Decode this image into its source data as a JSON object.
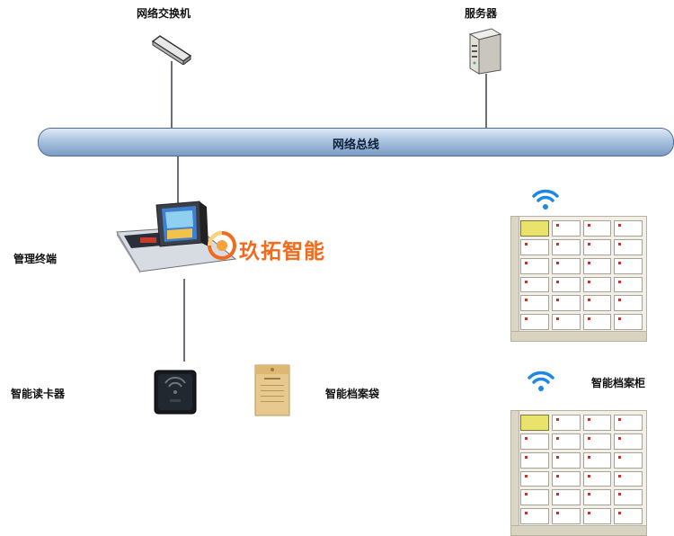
{
  "labels": {
    "switch": "网络交换机",
    "server": "服务器",
    "bus": "网络总线",
    "terminal": "管理终端",
    "reader": "智能读卡器",
    "bag": "智能档案袋",
    "cabinet": "智能档案柜"
  },
  "logo": {
    "text": "玖拓智能",
    "color": "#f26a1c"
  },
  "icons": [
    "network-switch-icon",
    "server-icon",
    "management-terminal-icon",
    "card-reader-icon",
    "archive-bag-icon",
    "wifi-icon",
    "archive-cabinet-icon"
  ],
  "colors": {
    "bus": "#8fb0d6",
    "logo": "#f26a1c",
    "wifi": "#1e88e5"
  }
}
